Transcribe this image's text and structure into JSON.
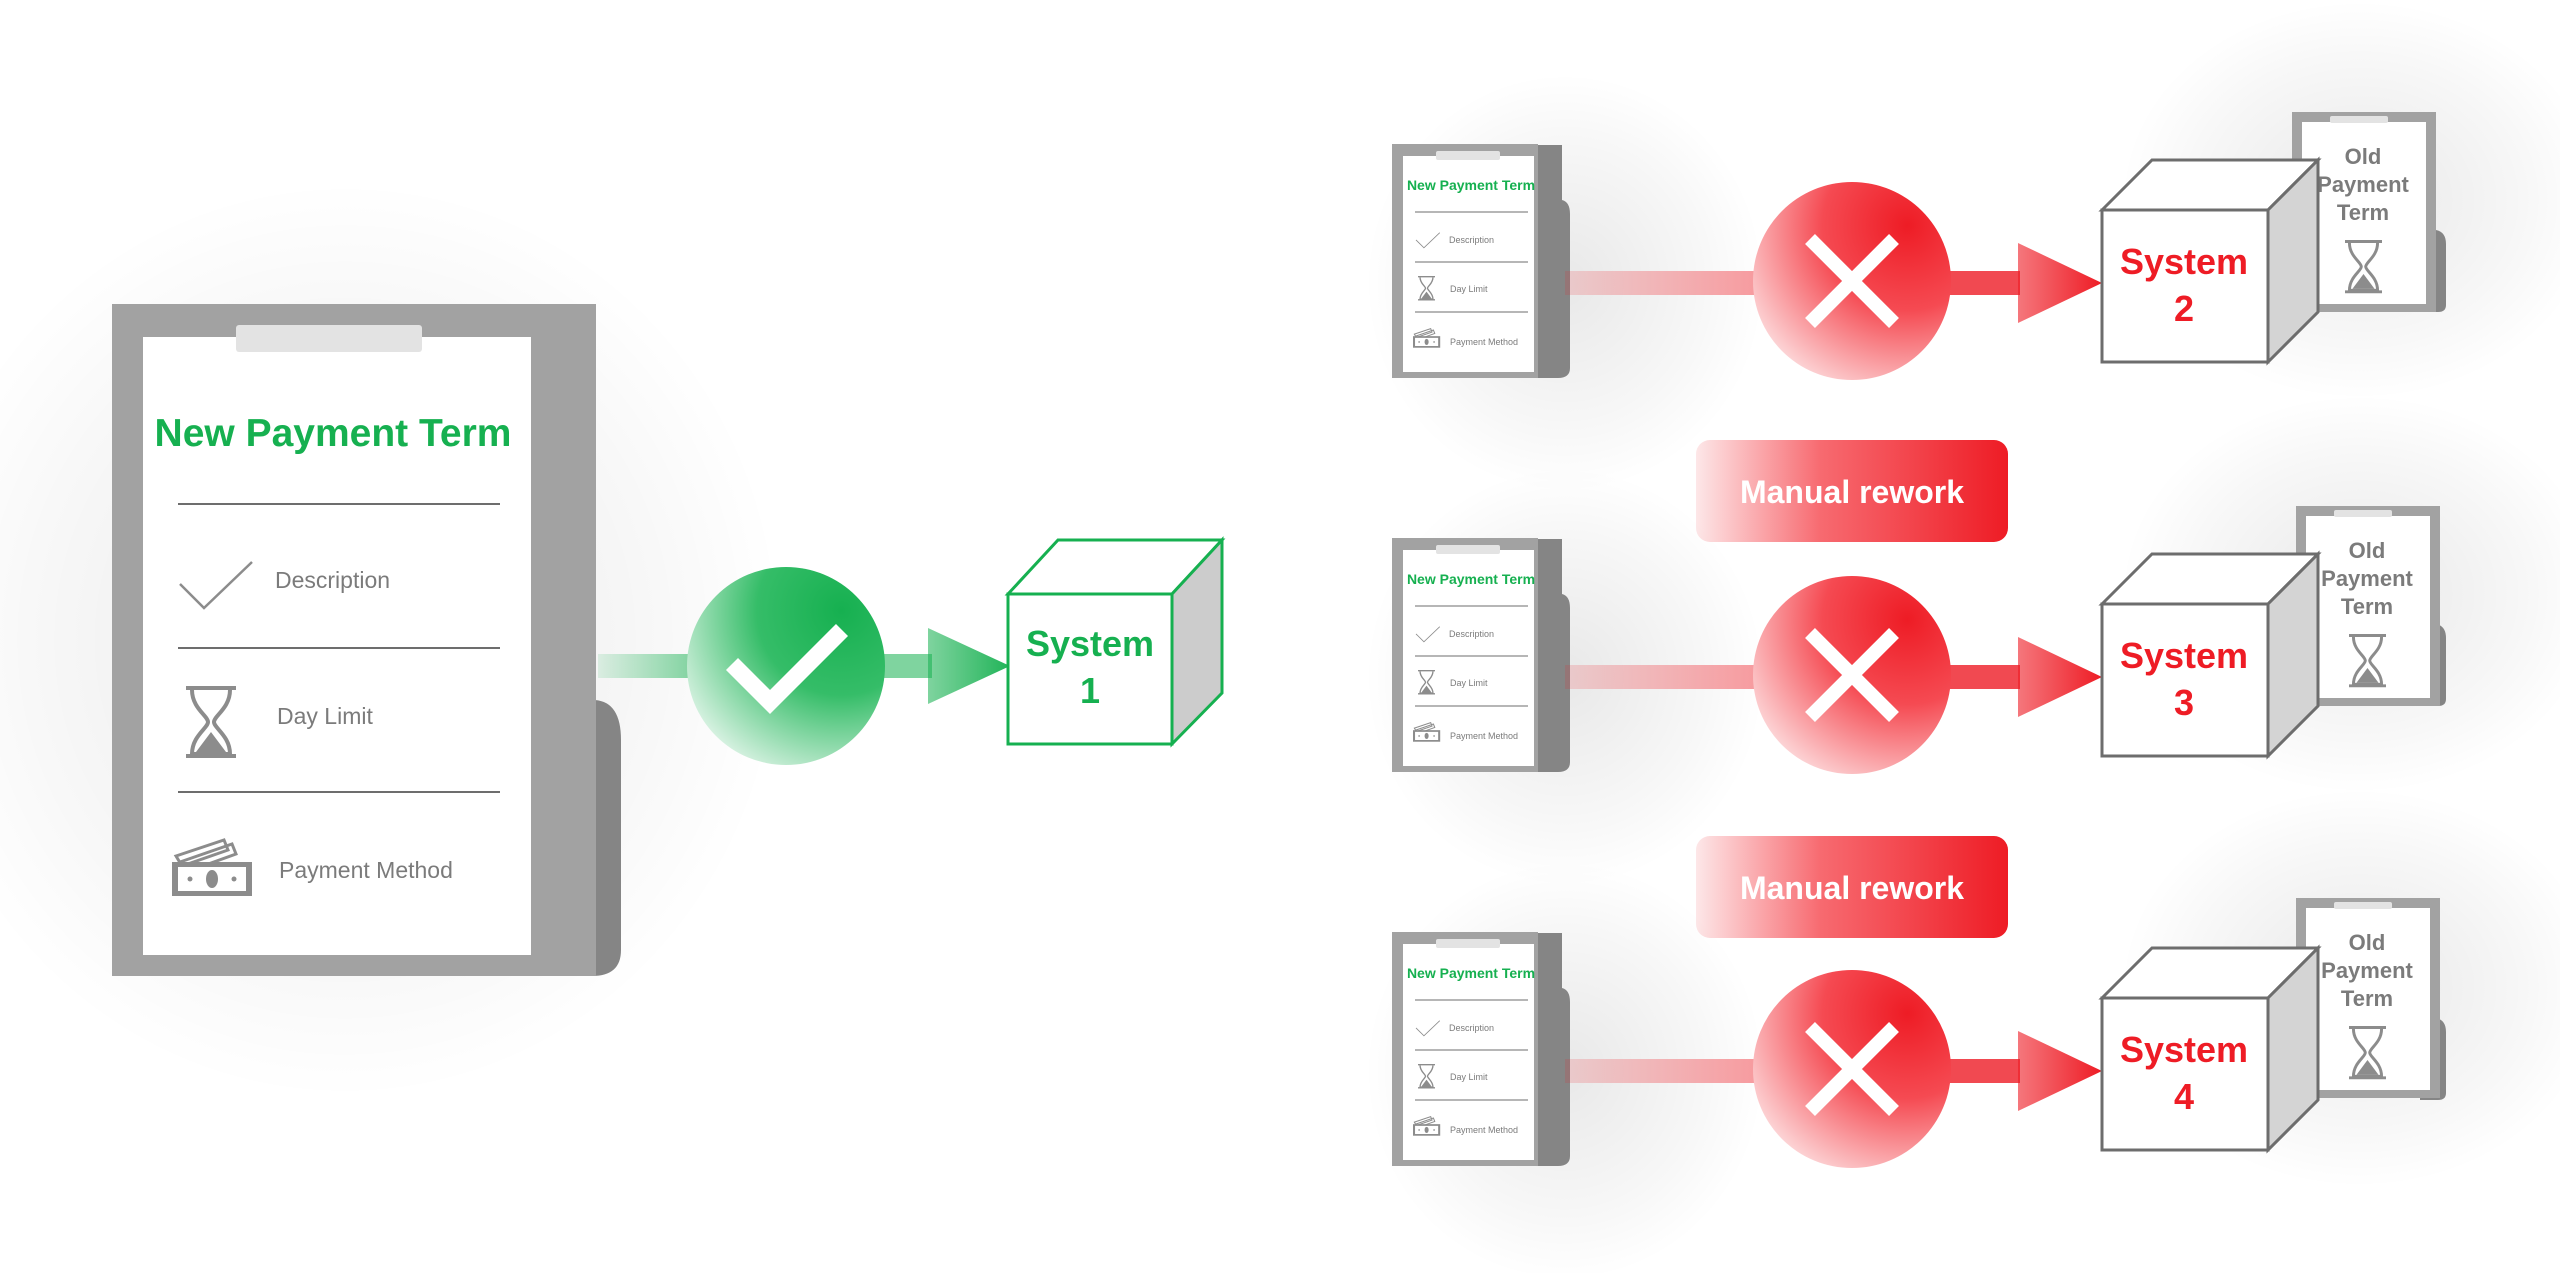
{
  "colors": {
    "success_green": "#16b050",
    "error_red": "#ee1c25",
    "gray_text": "#7b7b7b",
    "clipboard_gray": "#9c9c9c"
  },
  "main_document": {
    "title": "New Payment Term",
    "items": [
      {
        "label": "Description",
        "icon": "checkmark-icon"
      },
      {
        "label": "Day Limit",
        "icon": "hourglass-icon"
      },
      {
        "label": "Payment Method",
        "icon": "money-icon"
      }
    ]
  },
  "success_flow": {
    "status_icon": "check-circle-icon",
    "system_label_line1": "System",
    "system_label_line2": "1"
  },
  "mini_document": {
    "title": "New Payment Term",
    "items": [
      "Description",
      "Day Limit",
      "Payment Method"
    ]
  },
  "failed_flows": [
    {
      "system_line1": "System",
      "system_line2": "2",
      "old_doc": [
        "Old",
        "Payment",
        "Term"
      ]
    },
    {
      "system_line1": "System",
      "system_line2": "3",
      "old_doc": [
        "Old",
        "Payment",
        "Term"
      ]
    },
    {
      "system_line1": "System",
      "system_line2": "4",
      "old_doc": [
        "Old",
        "Payment",
        "Term"
      ]
    }
  ],
  "rework_badges": [
    "Manual rework",
    "Manual rework"
  ]
}
